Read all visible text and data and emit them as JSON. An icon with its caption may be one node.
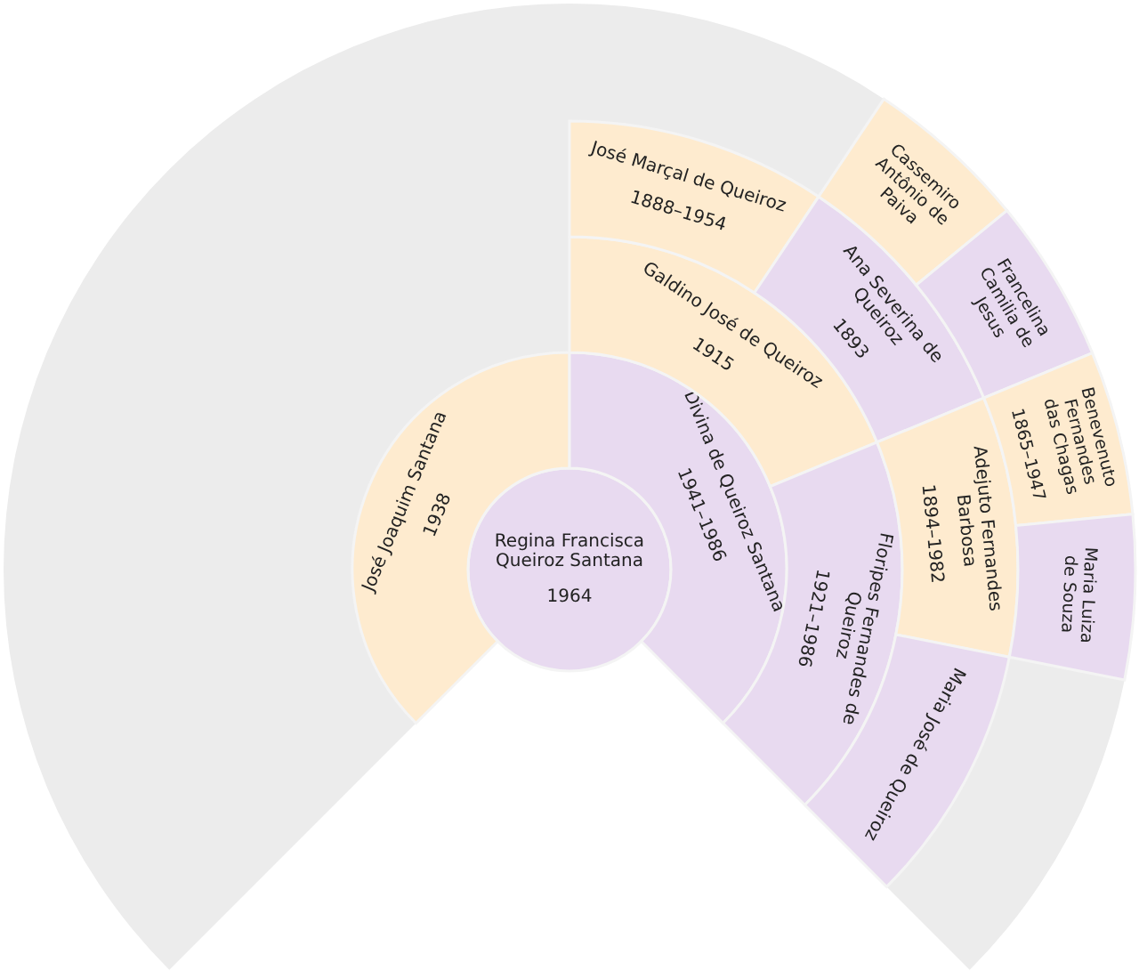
{
  "diagram": {
    "nodes": [
      {
        "text": [
          "Regina Francisca Queiroz Santana",
          "1964"
        ]
      },
      {
        "text": [
          "José Joaquim Santana",
          "1938"
        ]
      },
      {
        "text": [
          "Divina de Queiroz Santana",
          "1941–1986"
        ]
      },
      {
        "text": [
          "Galdino José de Queiroz",
          "1915"
        ]
      },
      {
        "text": [
          "Floripes Fernandes de Queiroz",
          "1921–1986"
        ]
      },
      {
        "text": [
          "José Marçal de Queiroz",
          "1888–1954"
        ]
      },
      {
        "text": [
          "Ana Severina de Queiroz",
          "1893"
        ]
      },
      {
        "text": [
          "Adejuto Fernandes Barbosa",
          "1894–1982"
        ]
      },
      {
        "text": [
          "Maria José de Queiroz"
        ]
      },
      {
        "text": [
          "Cassemiro Antônio de Paiva"
        ]
      },
      {
        "text": [
          "Francelina Camilia de Jesus"
        ]
      },
      {
        "text": [
          "Benevenuto Fernandes das Chagas",
          "1865–1947"
        ]
      },
      {
        "text": [
          "Maria Luiza de Souza"
        ]
      }
    ]
  }
}
